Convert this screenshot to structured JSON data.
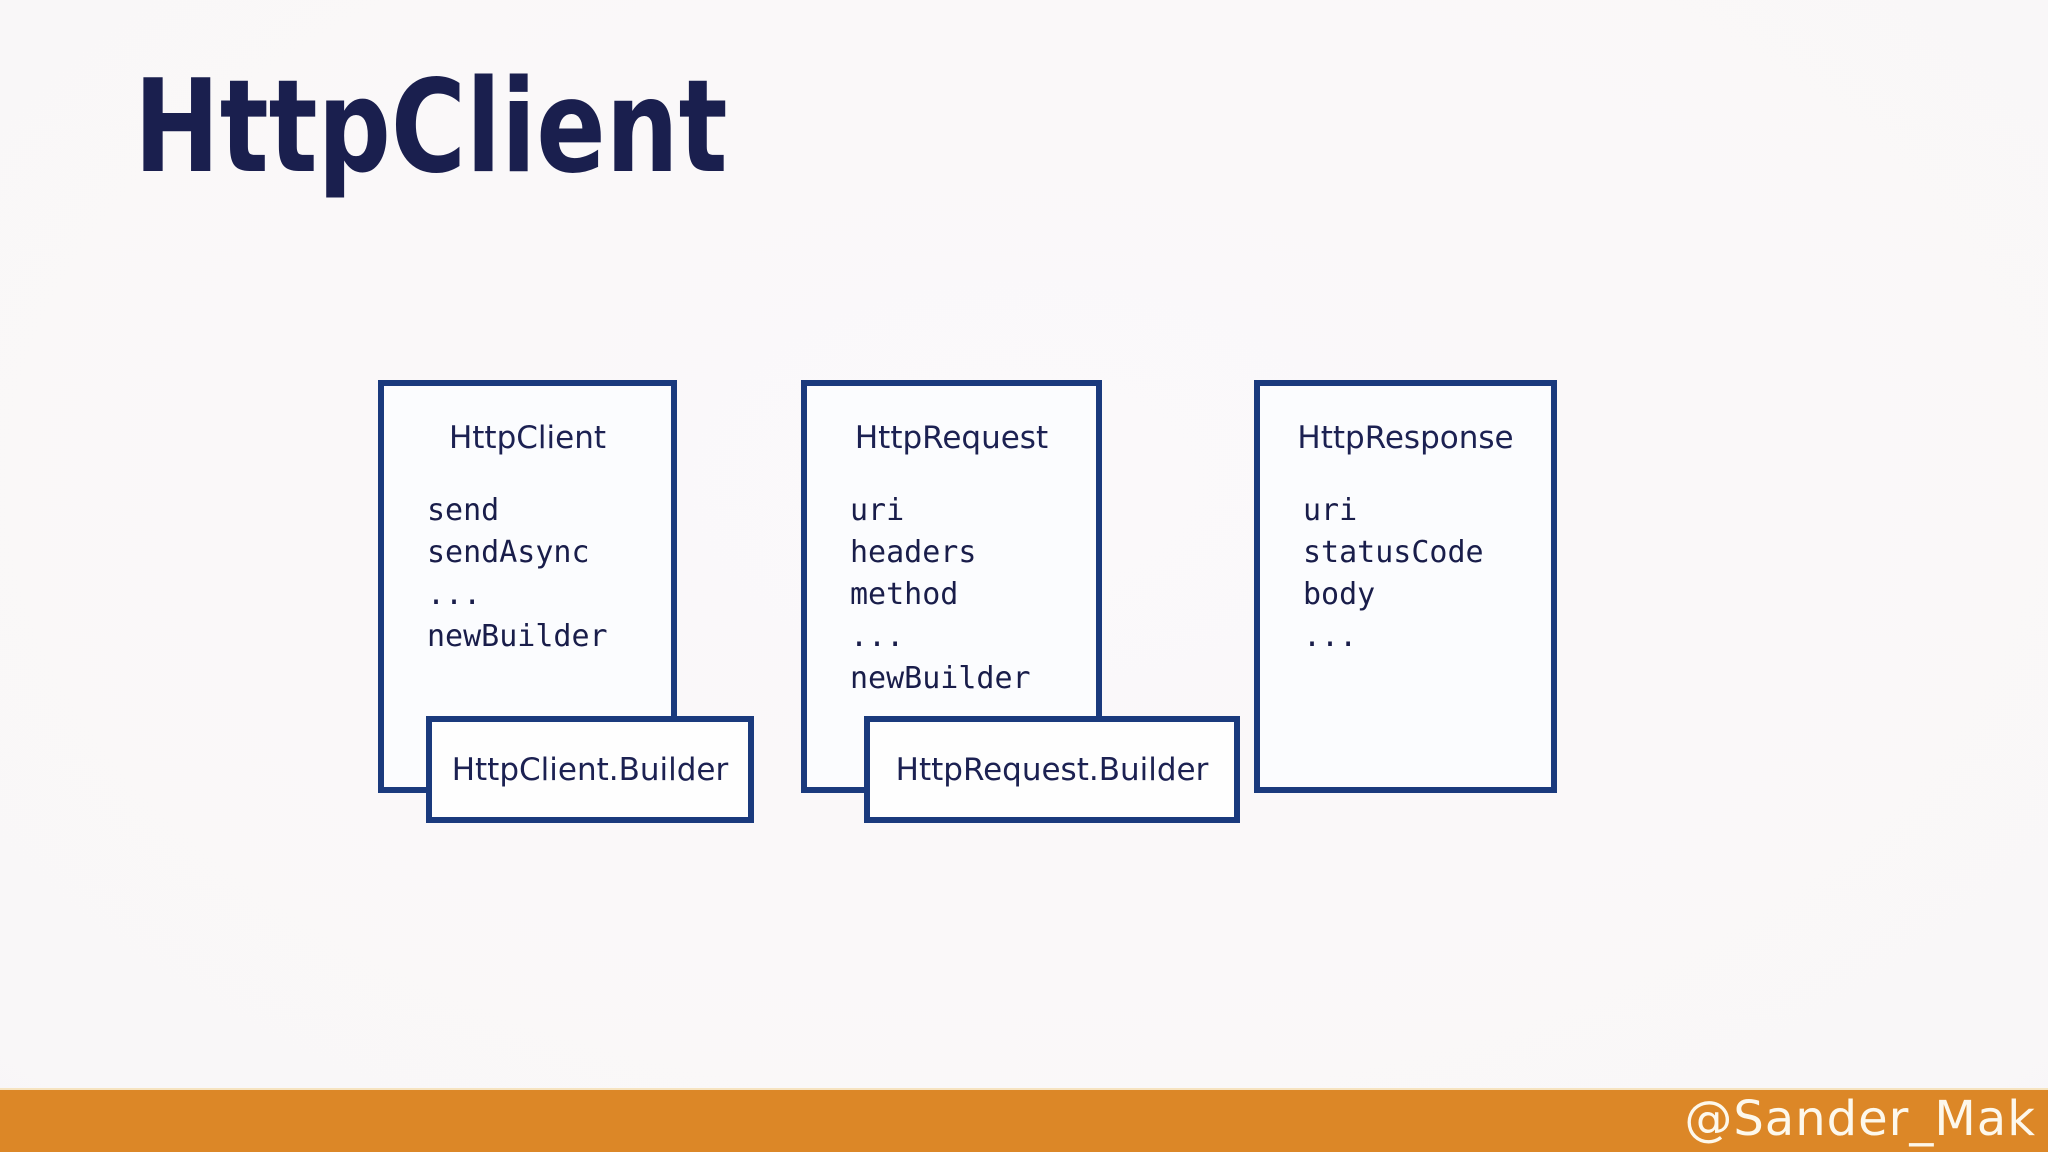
{
  "slide": {
    "title": "HttpClient",
    "footer": {
      "handle": "@Sander_Mak"
    },
    "colors": {
      "background": "#f9f7f8",
      "heading_text": "#1a1f4e",
      "box_border": "#1a3a7d",
      "box_fill": "#fbfcfe",
      "builder_fill": "#fefefe",
      "member_text": "#191d4a",
      "footer_bar": "#dc8727",
      "footer_text": "#fdf8ec"
    }
  },
  "diagram": {
    "classes": [
      {
        "name": "HttpClient",
        "members": [
          "send",
          "sendAsync",
          "...",
          "newBuilder"
        ],
        "builder": "HttpClient.Builder"
      },
      {
        "name": "HttpRequest",
        "members": [
          "uri",
          "headers",
          "method",
          "...",
          "newBuilder"
        ],
        "builder": "HttpRequest.Builder"
      },
      {
        "name": "HttpResponse",
        "members": [
          "uri",
          "statusCode",
          "body",
          "..."
        ],
        "builder": null
      }
    ]
  }
}
